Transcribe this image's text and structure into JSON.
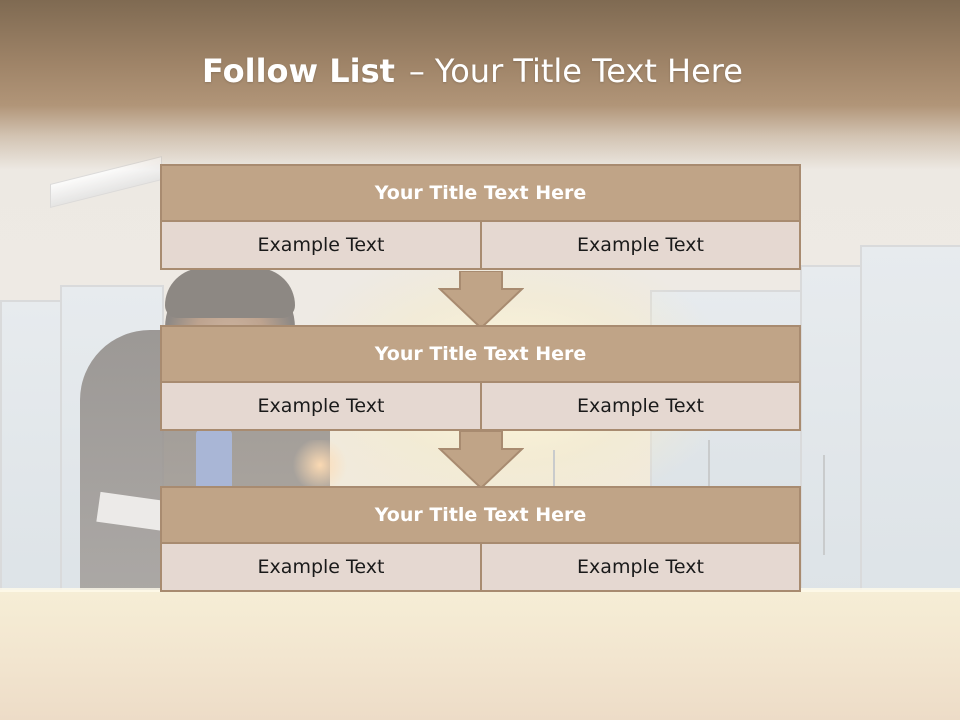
{
  "title": {
    "bold": "Follow List",
    "separator": "–",
    "rest": "Your Title Text Here"
  },
  "colors": {
    "header_fill": "#c0a487",
    "cell_fill": "#e5d8d1",
    "border": "#a88b70",
    "title_band": "#9f8468"
  },
  "steps": [
    {
      "title": "Your Title Text Here",
      "left": "Example Text",
      "right": "Example Text"
    },
    {
      "title": "Your Title Text Here",
      "left": "Example Text",
      "right": "Example Text"
    },
    {
      "title": "Your Title Text Here",
      "left": "Example Text",
      "right": "Example Text"
    }
  ],
  "connectors": [
    "arrow-down",
    "arrow-down"
  ]
}
